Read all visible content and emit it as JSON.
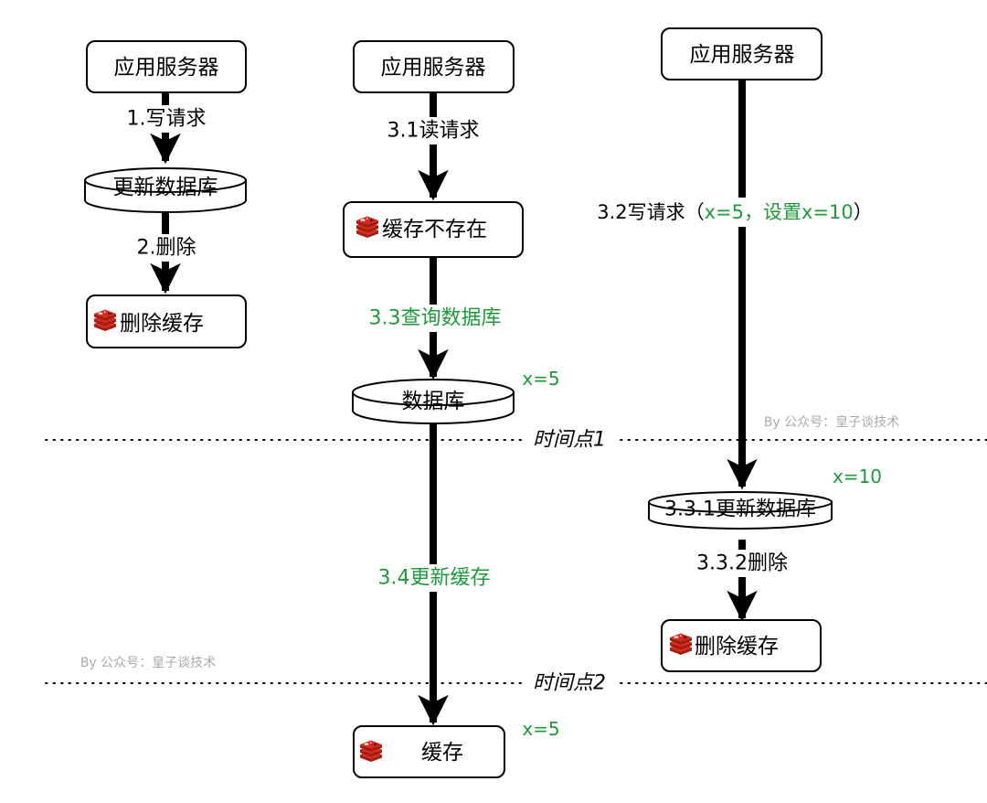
{
  "boxes": {
    "server1": "应用服务器",
    "server2": "应用服务器",
    "server3": "应用服务器",
    "delete_cache1": "删除缓存",
    "cache_miss": "缓存不存在",
    "cache": "缓存",
    "delete_cache2": "删除缓存"
  },
  "databases": {
    "update_db1": "更新数据库",
    "db": "数据库",
    "update_db2": "3.3.1更新数据库"
  },
  "labels": {
    "write_request": "1.写请求",
    "delete": "2.删除",
    "read_request": "3.1读请求",
    "query_db": "3.3查询数据库",
    "update_cache": "3.4更新缓存",
    "write_request2_prefix": "3.2写请求（",
    "write_request2_green": "x=5，设置x=10",
    "write_request2_suffix": "）",
    "delete2": "3.3.2删除"
  },
  "values": {
    "db_value": "x=5",
    "updated_value": "x=10",
    "cache_value": "x=5"
  },
  "time_points": {
    "t1": "时间点1",
    "t2": "时间点2"
  },
  "watermarks": {
    "w1": "By 公众号：皇子谈技术",
    "w2": "By 公众号：皇子谈技术"
  },
  "colors": {
    "green": "#1f9a3a",
    "redis_red": "#c0302a",
    "watermark": "#aaaaaa"
  }
}
